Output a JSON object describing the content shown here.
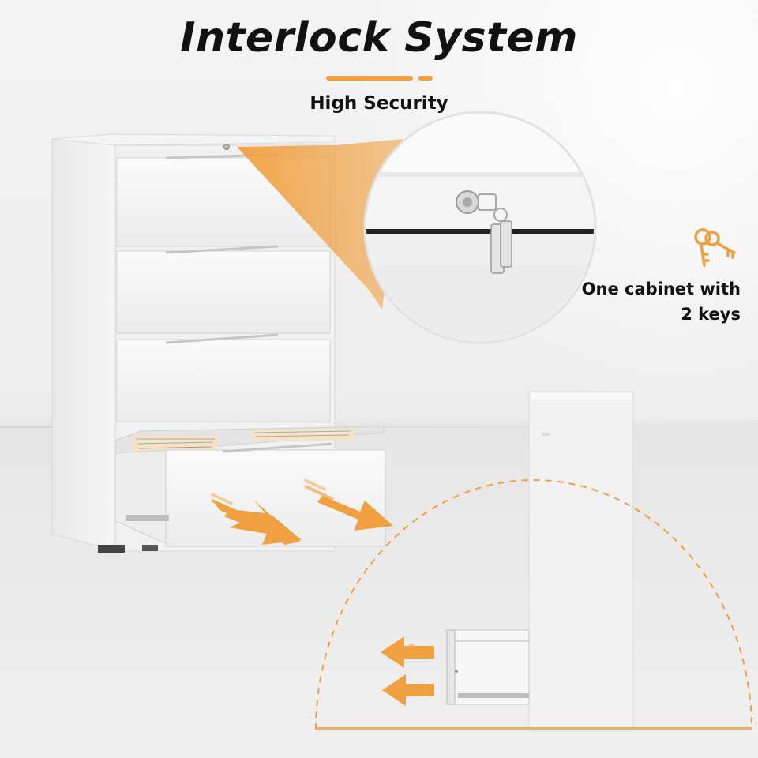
{
  "headline": {
    "title": "Interlock System",
    "subtitle": "High Security"
  },
  "keys_note": {
    "line1": "One cabinet with",
    "line2": "2 keys"
  },
  "colors": {
    "accent": "#f0a040",
    "cabinet": "#f7f7f7",
    "text": "#111111"
  },
  "icons": {
    "keys": "keys-icon",
    "pull_arrows": "arrow-down-right-icon",
    "push_arrows": "arrow-left-icon"
  }
}
